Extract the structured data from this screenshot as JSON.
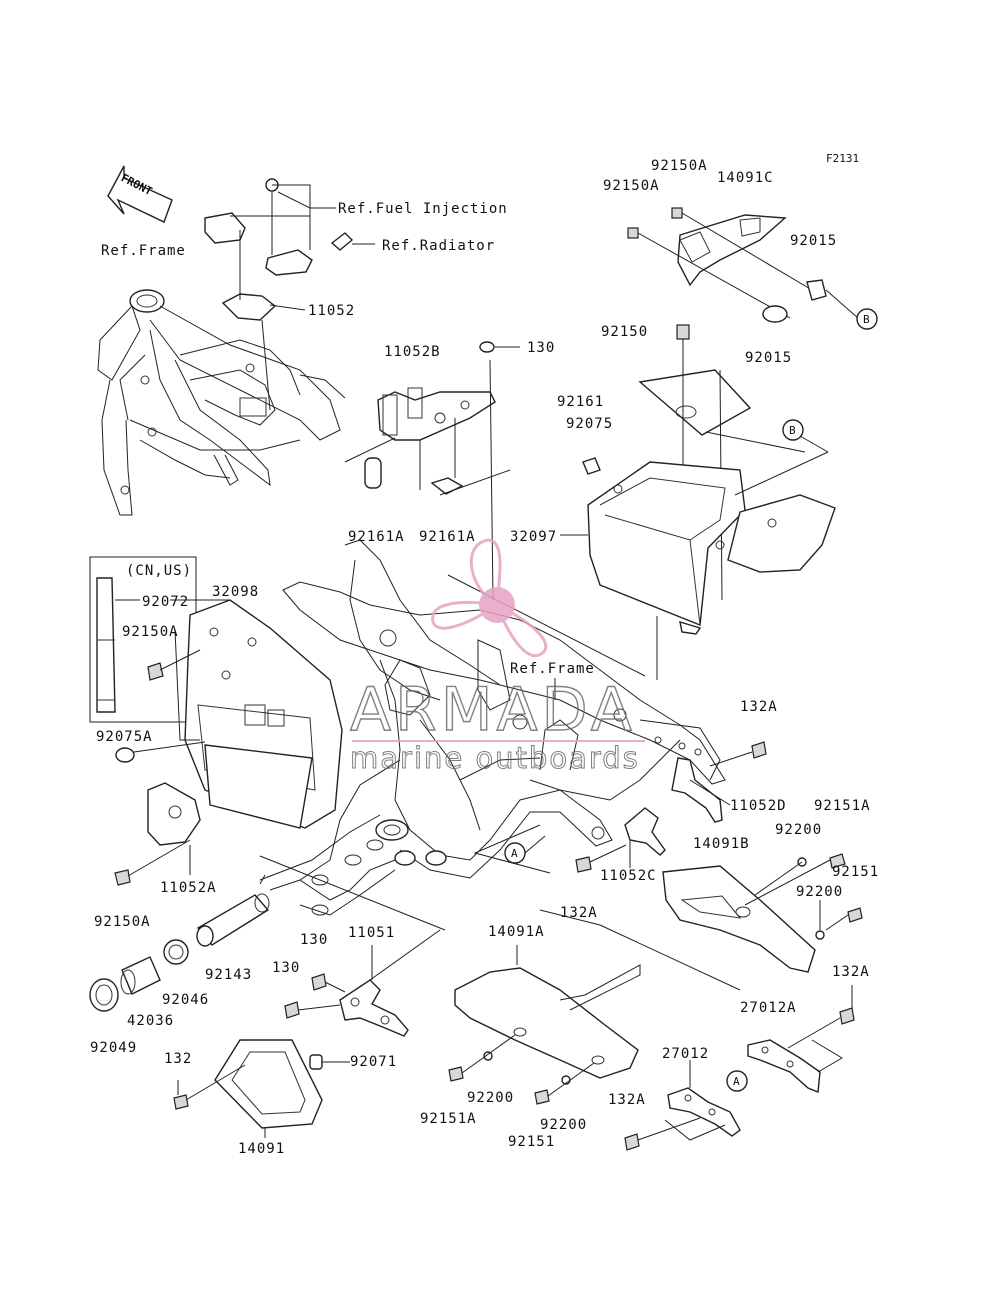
{
  "diagram": {
    "code": "F2131",
    "front_label": "FRONT",
    "references": {
      "fuel_injection": "Ref.Fuel Injection",
      "radiator": "Ref.Radiator",
      "frame_top": "Ref.Frame",
      "frame_mid": "Ref.Frame"
    },
    "variant_note": "(CN,US)",
    "parts": {
      "p11052": "11052",
      "p11052B": "11052B",
      "p130_top": "130",
      "p92161A_1": "92161A",
      "p92161A_2": "92161A",
      "p92150A_1": "92150A",
      "p92150A_2": "92150A",
      "p14091C": "14091C",
      "p92015_1": "92015",
      "p92015_2": "92015",
      "p92150": "92150",
      "p92161": "92161",
      "p92075": "92075",
      "p32097": "32097",
      "p32098": "32098",
      "p92072": "92072",
      "p92150A_3": "92150A",
      "p92075A": "92075A",
      "p11052A": "11052A",
      "p92150A_4": "92150A",
      "p132A_1": "132A",
      "p11052D": "11052D",
      "p92151A_1": "92151A",
      "p92200_1": "92200",
      "p14091B": "14091B",
      "p11052C": "11052C",
      "p92151_1": "92151",
      "p92200_2": "92200",
      "p132A_2": "132A",
      "p14091A": "14091A",
      "p11051": "11051",
      "p130_a": "130",
      "p130_b": "130",
      "p92143": "92143",
      "p92046": "92046",
      "p42036": "42036",
      "p92049": "92049",
      "p132": "132",
      "p92071": "92071",
      "p14091": "14091",
      "p92200_3": "92200",
      "p92151A_2": "92151A",
      "p92200_4": "92200",
      "p92151_2": "92151",
      "p132A_3": "132A",
      "p27012A": "27012A",
      "p27012": "27012",
      "p132A_4": "132A"
    },
    "callouts": {
      "a1": "A",
      "a2": "A",
      "b1": "B",
      "b2": "B"
    }
  },
  "watermark": {
    "brand": "ARMADA",
    "tagline": "marine outboards",
    "color": "#e7a2c4"
  }
}
